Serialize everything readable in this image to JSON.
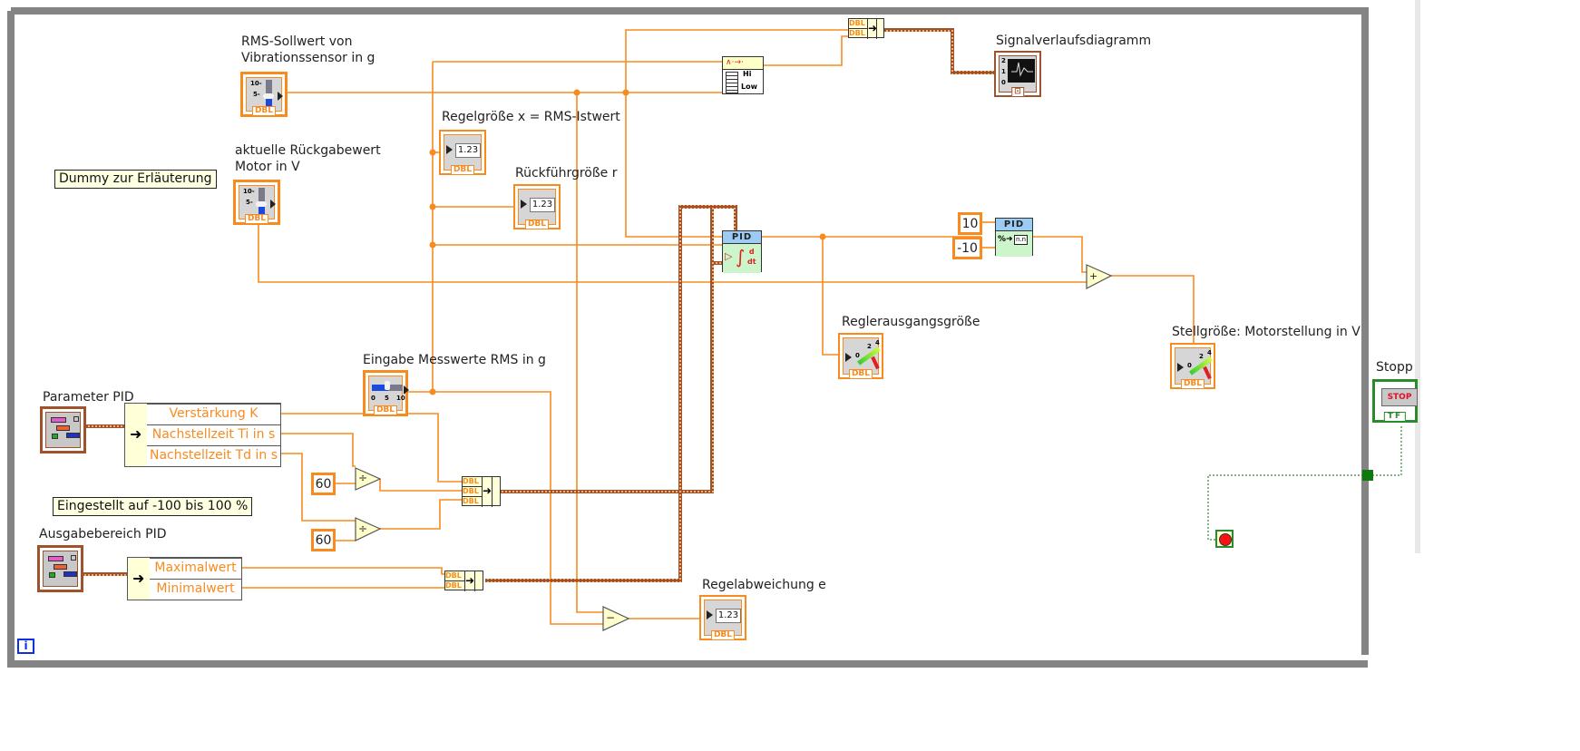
{
  "diagram": {
    "type": "LabVIEW block diagram (while loop, PID control)",
    "labels": {
      "rms_setpoint": [
        "RMS-Sollwert von",
        "Vibrationssensor in g"
      ],
      "motor_return": [
        "aktuelle Rückgabewert",
        "Motor in V"
      ],
      "controlled_var": "Regelgröße x = RMS-Istwert",
      "feedback_var": "Rückführgröße r",
      "measurement_input": "Eingabe Messwerte RMS in g",
      "pid_params": "Parameter PID",
      "output_range": "Ausgabebereich PID",
      "waveform_chart": "Signalverlaufsdiagramm",
      "controller_output": "Reglerausgangsgröße",
      "actuating_var": "Stellgröße: Motorstellung in V",
      "control_error": "Regelabweichung e",
      "stop": "Stopp"
    },
    "comments": {
      "dummy": "Dummy zur Erläuterung",
      "range_note": "Eingestellt auf -100 bis 100 %"
    },
    "pid_cluster_fields": [
      "Verstärkung K",
      "Nachstellzeit Ti in s",
      "Nachstellzeit Td in s"
    ],
    "range_cluster_fields": [
      "Maximalwert",
      "Minimalwert"
    ],
    "constants": {
      "div_ti": "60",
      "div_td": "60",
      "range_max": "10",
      "range_min": "-10"
    },
    "terminal_type": "DBL",
    "numeric_display": "1.23",
    "bool_type": "TF",
    "stop_button_text": "STOP",
    "pid_node_header": "PID",
    "pid_scale_header": "PID",
    "slider_ticks_vertical": [
      "10-",
      "5-"
    ],
    "slider_ticks_horizontal": [
      "0",
      "5",
      "10"
    ],
    "gauge_ticks": [
      "0",
      "2",
      "4"
    ],
    "chart_ticks_y": [
      "2",
      "1",
      "0"
    ],
    "operators": {
      "divide_1": "÷",
      "divide_2": "÷",
      "add": "+",
      "subtract": "−"
    },
    "peak_detector_text": [
      "Hi",
      "Low"
    ],
    "scale_icon_text": "n.n",
    "loop_iteration": "i",
    "colors": {
      "wire_dbl": "#f78b1f",
      "wire_cluster": "#a0522d",
      "wire_bool": "#2a8b2a",
      "loop_border": "#848484",
      "pid_header": "#9ccbf6",
      "pid_body": "#ccf5cc",
      "comment_bg": "#ffffe1"
    }
  }
}
